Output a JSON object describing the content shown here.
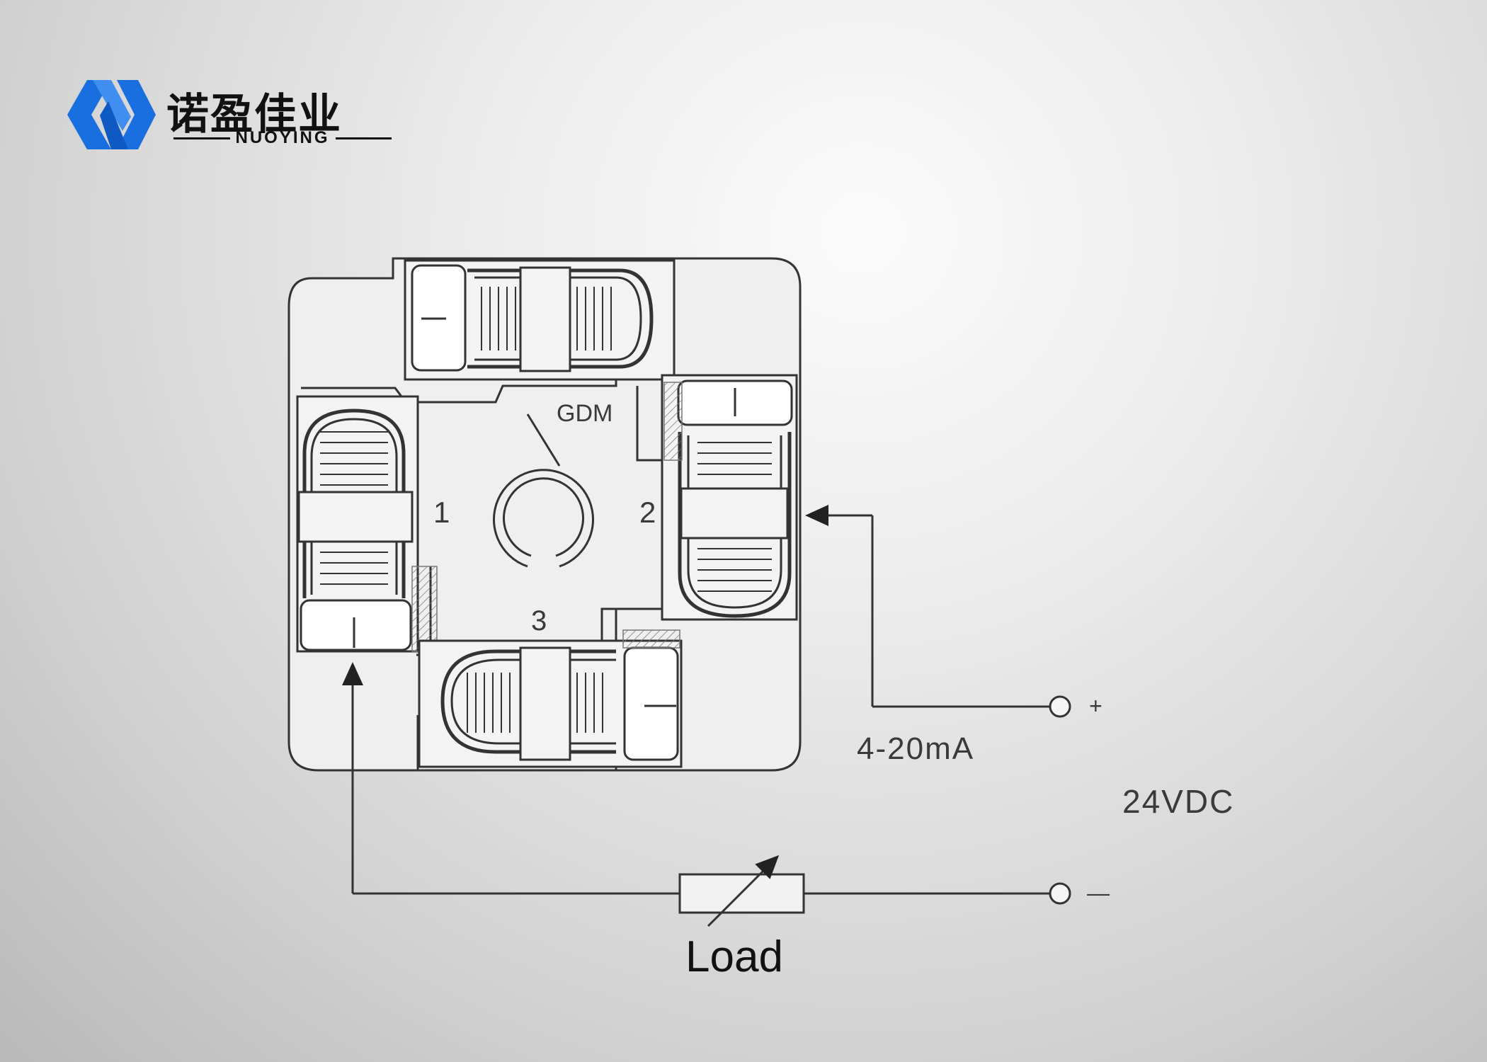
{
  "brand": {
    "name_cn": "诺盈佳业",
    "name_en": "NUOYING",
    "logo_color": "#1a6fe0",
    "icon": "nuoying-logo-icon"
  },
  "diagram": {
    "title": "GDM",
    "terminal_1": "1",
    "terminal_2": "2",
    "terminal_3": "3",
    "signal": "4-20mA",
    "supply": "24VDC",
    "plus": "+",
    "minus": "—",
    "load": "Load"
  }
}
